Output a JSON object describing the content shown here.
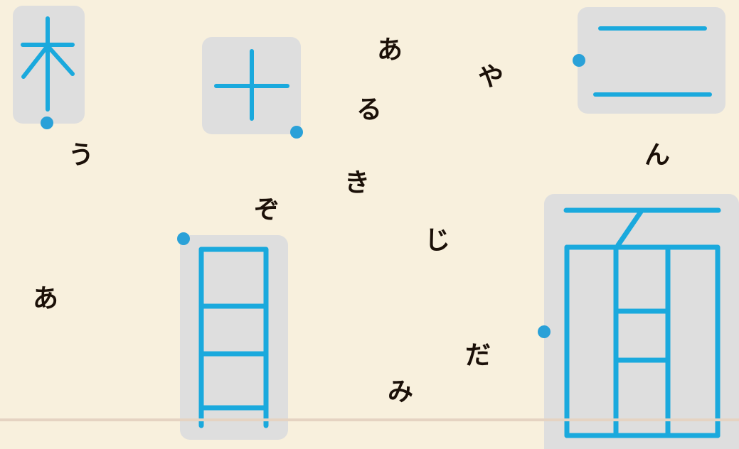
{
  "colors": {
    "background": "#f8f0dd",
    "tile": "#dedede",
    "stroke": "#1aa9dd",
    "handle_dot": "#2aa1d8",
    "kana_text": "#1b1008",
    "ground_line": "#e5d3c2"
  },
  "kanji_tiles": [
    {
      "name": "tile-tree",
      "glyph": "木",
      "has_handle": true
    },
    {
      "name": "tile-ten",
      "glyph": "十",
      "has_handle": true
    },
    {
      "name": "tile-two",
      "glyph": "二",
      "has_handle": true
    },
    {
      "name": "tile-eye",
      "glyph": "目",
      "has_handle": true
    },
    {
      "name": "tile-face",
      "glyph": "面",
      "has_handle": true
    }
  ],
  "kana": [
    {
      "text": "あ"
    },
    {
      "text": "や"
    },
    {
      "text": "る"
    },
    {
      "text": "う"
    },
    {
      "text": "ん"
    },
    {
      "text": "き"
    },
    {
      "text": "ぞ"
    },
    {
      "text": "じ"
    },
    {
      "text": "あ"
    },
    {
      "text": "だ"
    },
    {
      "text": "み"
    }
  ]
}
